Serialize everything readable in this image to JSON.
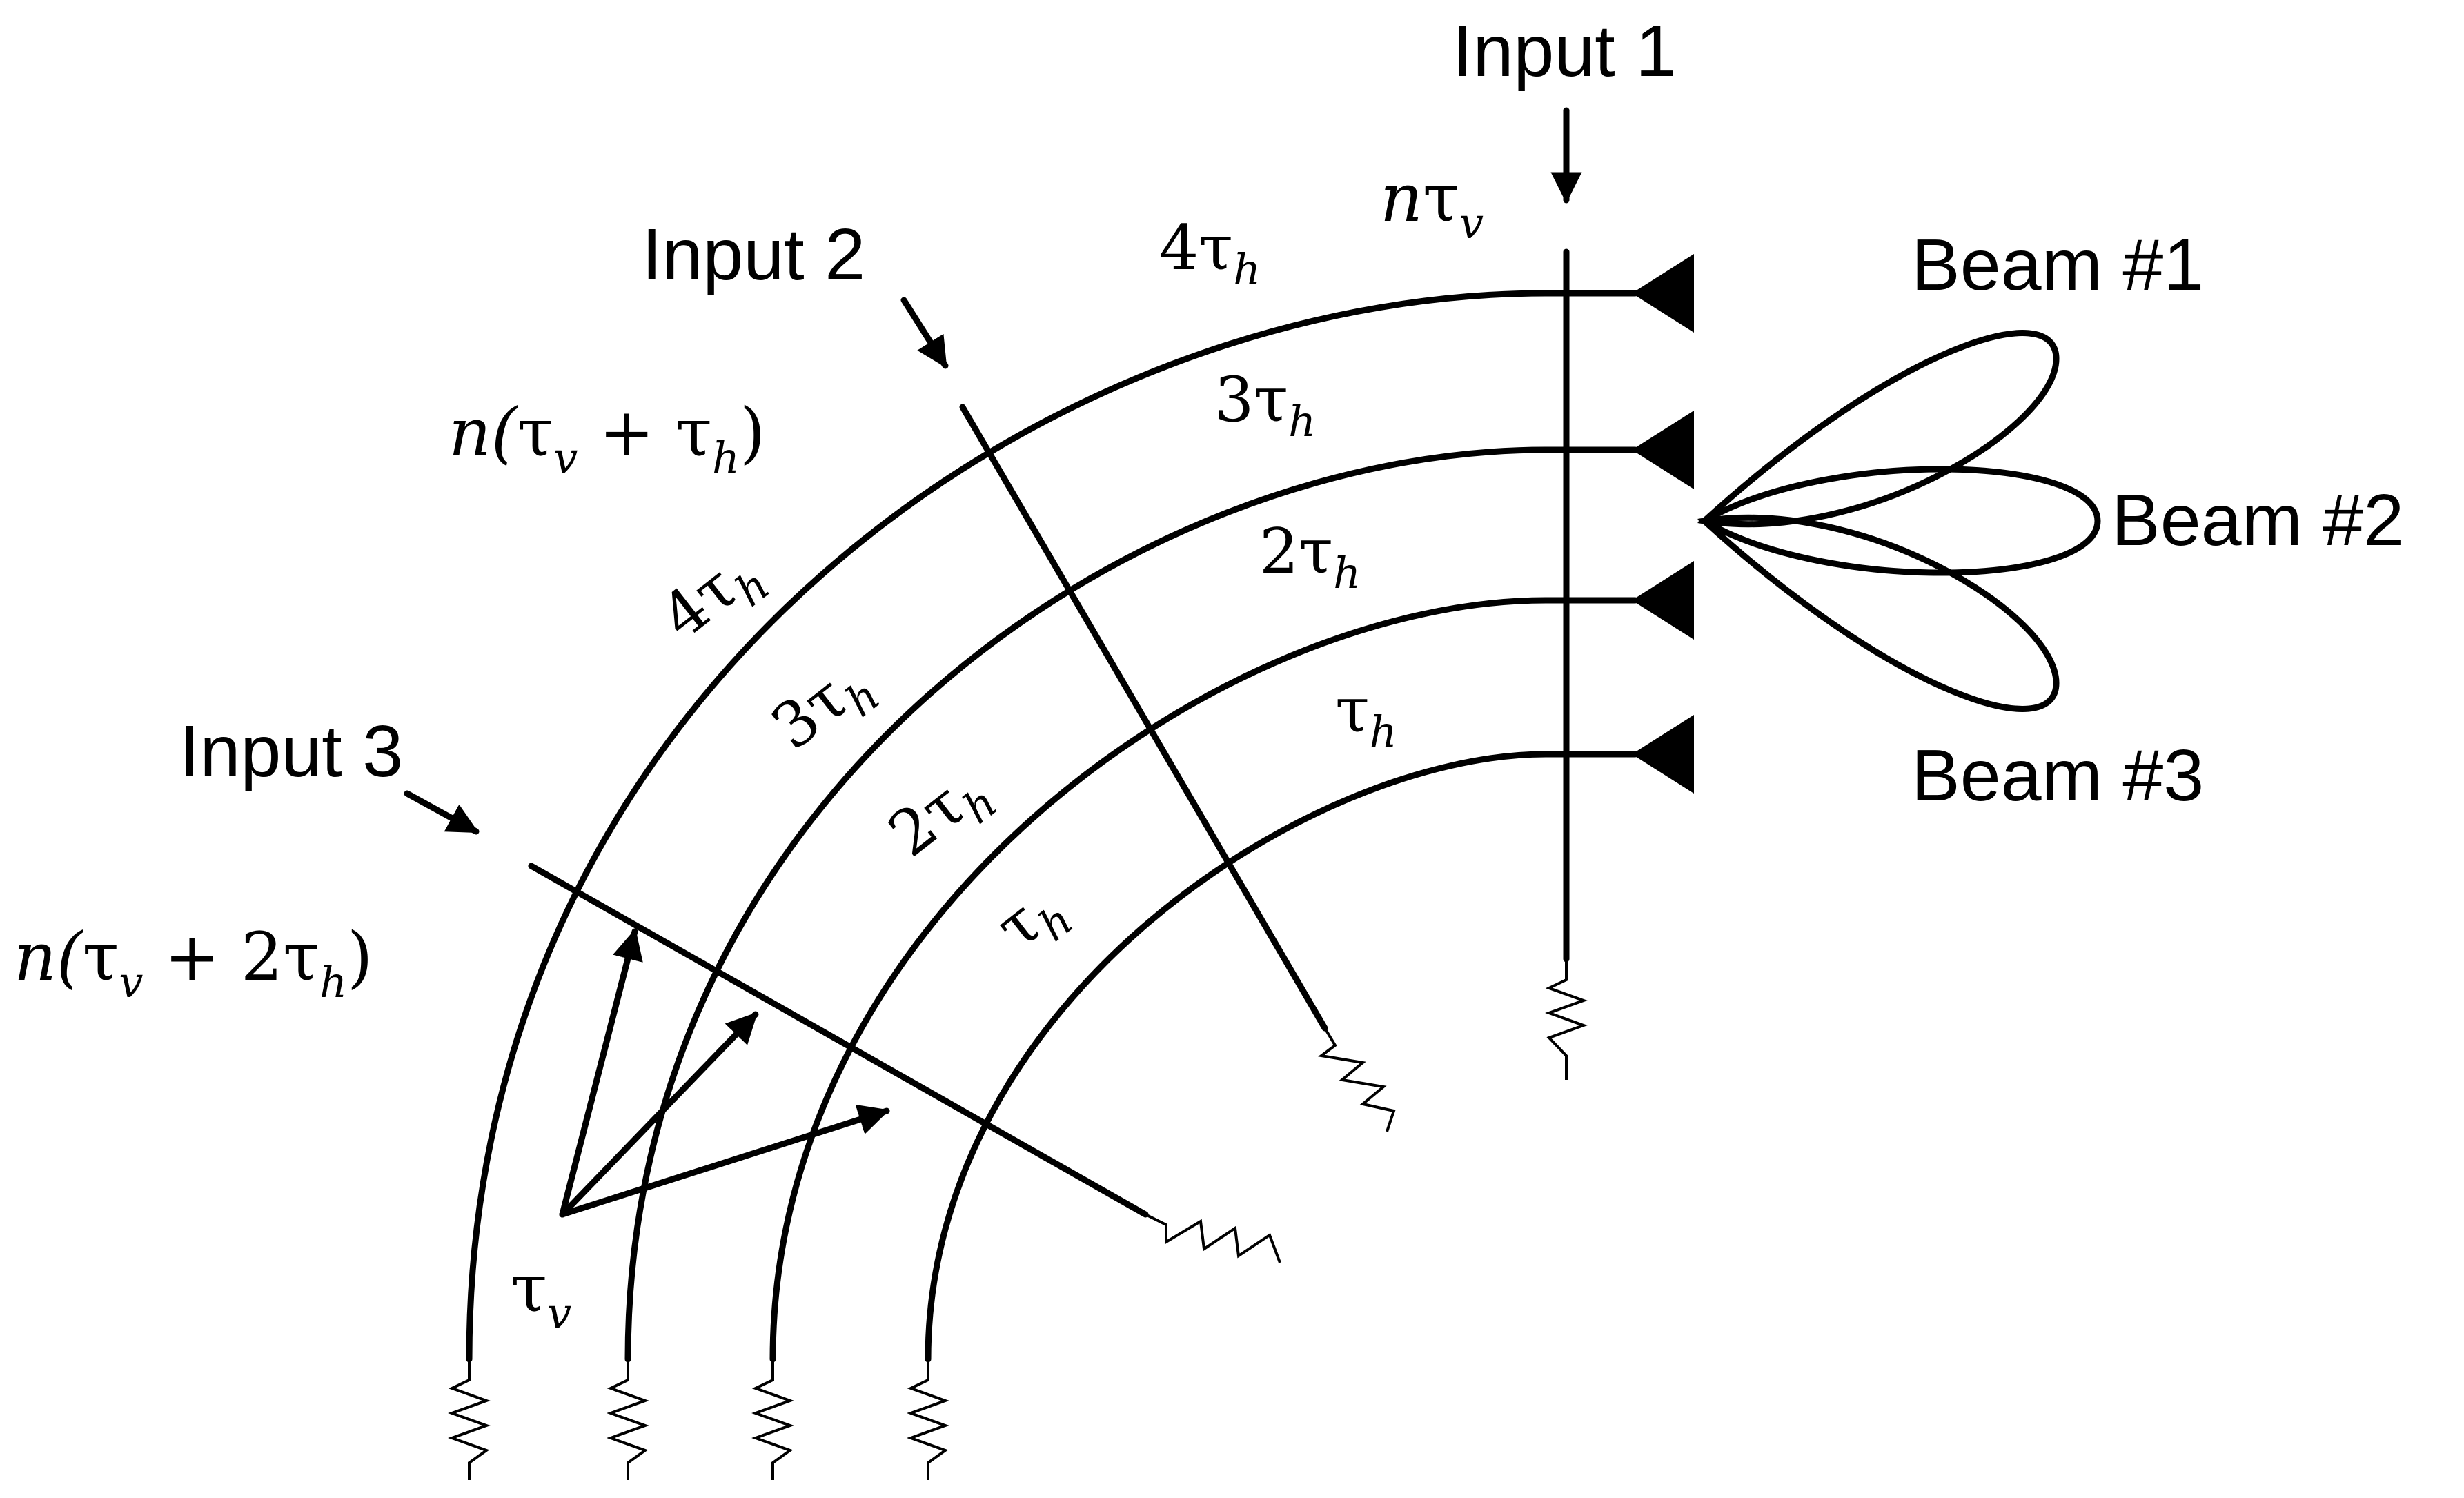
{
  "inputs": {
    "input1": "Input 1",
    "input2": "Input 2",
    "input3": "Input 3"
  },
  "beams": {
    "beam1": "Beam #1",
    "beam2": "Beam #2",
    "beam3": "Beam #3"
  },
  "delays": {
    "input1_delay": {
      "prefix": "n",
      "main": "τ",
      "sub": "v"
    },
    "input2_delay": {
      "prefix": "n(",
      "a": "τ",
      "a_sub": "v",
      "mid": " + ",
      "b": "τ",
      "b_sub": "h",
      "suffix": ")"
    },
    "input3_delay": {
      "prefix": "n(",
      "a": "τ",
      "a_sub": "v",
      "mid": " + 2",
      "b": "τ",
      "b_sub": "h",
      "suffix": ")"
    },
    "vertical_delay": {
      "main": "τ",
      "sub": "v"
    }
  },
  "arc_labels": {
    "top": [
      {
        "coef": "4",
        "tau": "τ",
        "sub": "h"
      },
      {
        "coef": "3",
        "tau": "τ",
        "sub": "h"
      },
      {
        "coef": "2",
        "tau": "τ",
        "sub": "h"
      },
      {
        "coef": "",
        "tau": "τ",
        "sub": "h"
      }
    ],
    "side": [
      {
        "coef": "4",
        "tau": "τ",
        "sub": "h"
      },
      {
        "coef": "3",
        "tau": "τ",
        "sub": "h"
      },
      {
        "coef": "2",
        "tau": "τ",
        "sub": "h"
      },
      {
        "coef": "",
        "tau": "τ",
        "sub": "h"
      }
    ]
  },
  "colors": {
    "stroke": "#000000",
    "background": "#ffffff"
  }
}
